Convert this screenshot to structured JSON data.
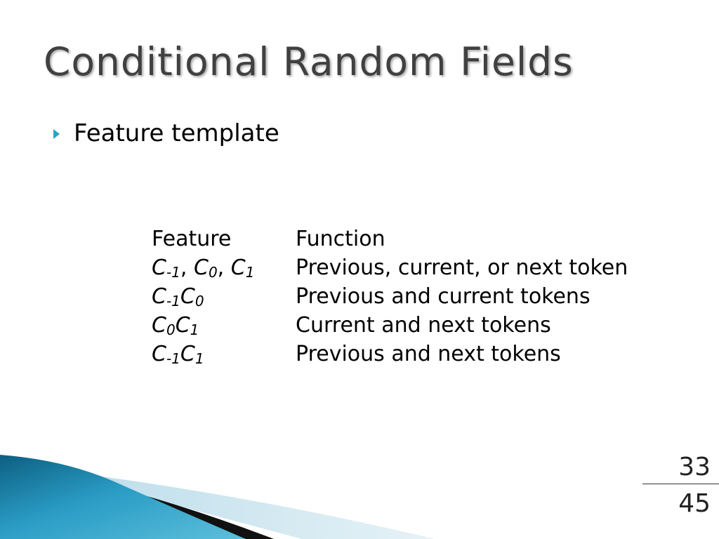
{
  "slide": {
    "title": "Conditional Random Fields",
    "bullet": "Feature template",
    "table": {
      "headers": [
        "Feature",
        "Function"
      ],
      "rows": [
        {
          "parts": [
            {
              "base": "C",
              "sub": "-1"
            },
            {
              "sep": ", "
            },
            {
              "base": "C",
              "sub": "0"
            },
            {
              "sep": ", "
            },
            {
              "base": "C",
              "sub": "1"
            }
          ],
          "function": "Previous, current, or next token"
        },
        {
          "parts": [
            {
              "base": "C",
              "sub": "-1"
            },
            {
              "base": "C",
              "sub": "0"
            }
          ],
          "function": "Previous and current tokens"
        },
        {
          "parts": [
            {
              "base": "C",
              "sub": "0"
            },
            {
              "base": "C",
              "sub": "1"
            }
          ],
          "function": "Current and next tokens"
        },
        {
          "parts": [
            {
              "base": "C",
              "sub": "-1"
            },
            {
              "base": "C",
              "sub": "1"
            }
          ],
          "function": "Previous and next tokens"
        }
      ]
    },
    "page": {
      "current": "33",
      "total": "45"
    },
    "colors": {
      "title": "#404040",
      "bullet_accent": "#2aa3c8",
      "swoosh_dark": "#111111",
      "swoosh_blue": "#1a7fa8",
      "swoosh_light": "#cfe6f0"
    },
    "icons": {
      "bullet": "triangle-right-icon"
    }
  }
}
